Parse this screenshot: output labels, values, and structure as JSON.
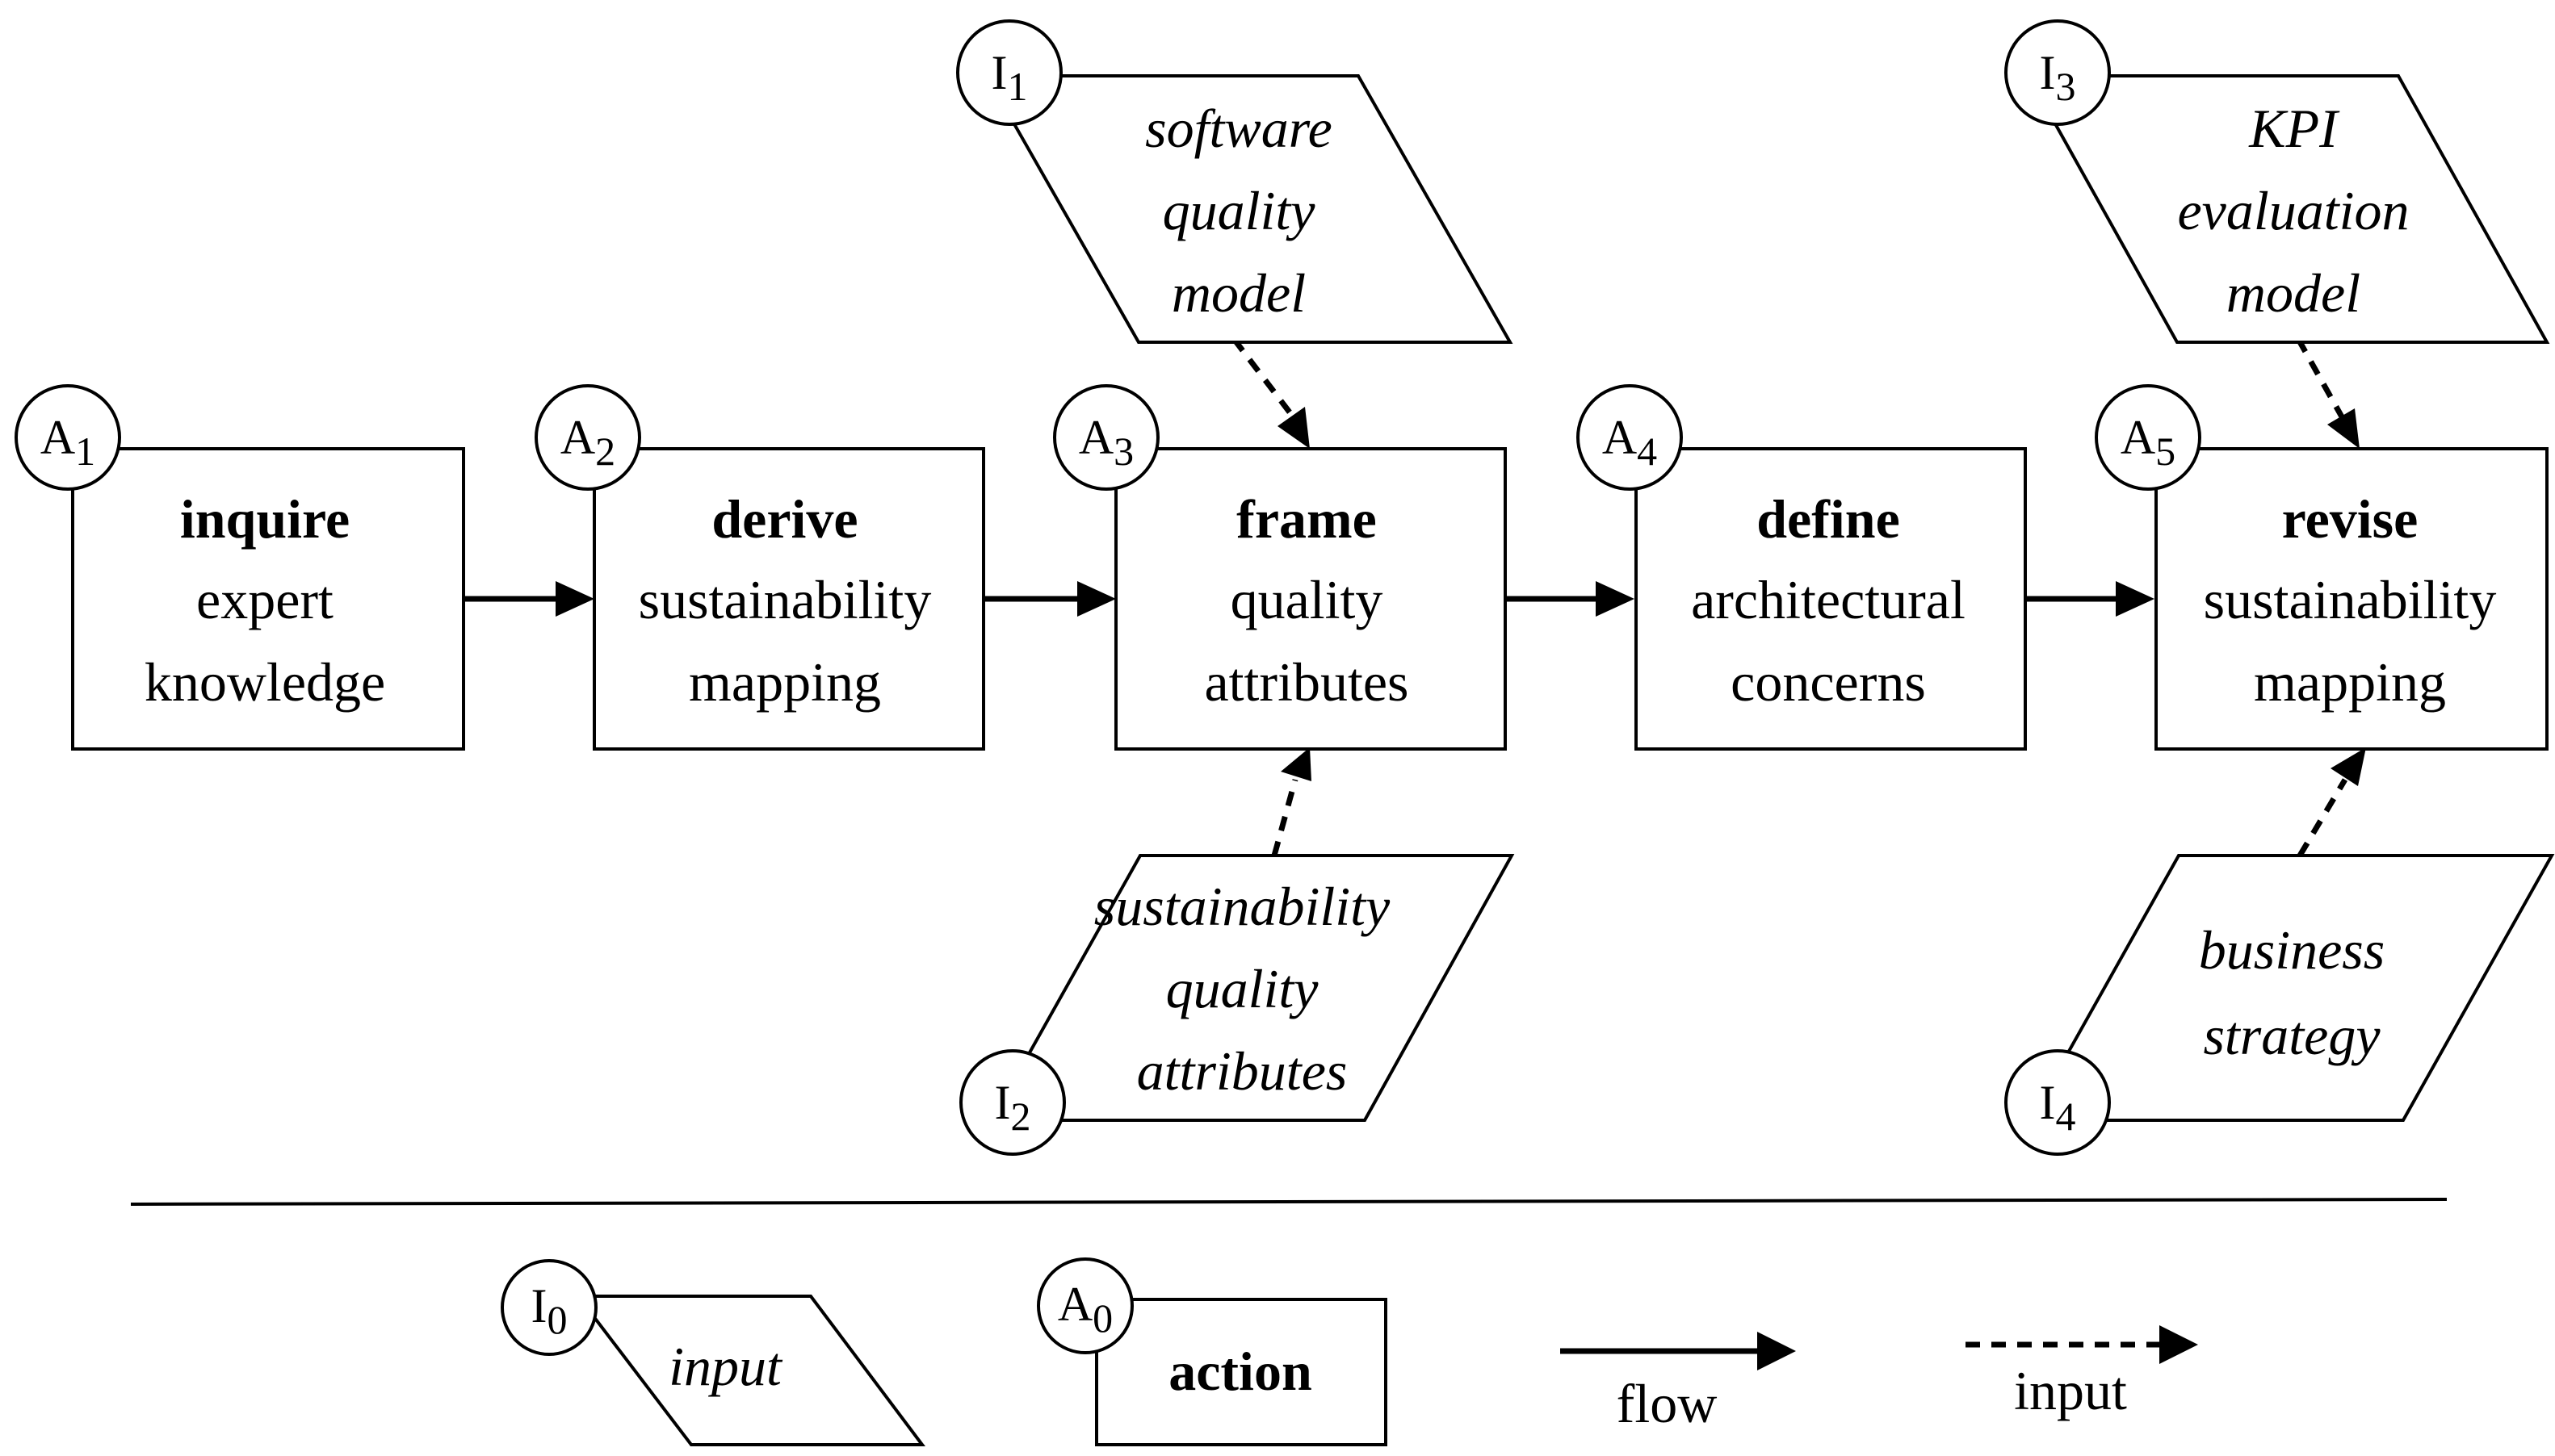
{
  "actions": [
    {
      "id": "A1",
      "letter": "A",
      "sub": "1",
      "verb": "inquire",
      "line2": "expert",
      "line3": "knowledge"
    },
    {
      "id": "A2",
      "letter": "A",
      "sub": "2",
      "verb": "derive",
      "line2": "sustainability",
      "line3": "mapping"
    },
    {
      "id": "A3",
      "letter": "A",
      "sub": "3",
      "verb": "frame",
      "line2": "quality",
      "line3": "attributes"
    },
    {
      "id": "A4",
      "letter": "A",
      "sub": "4",
      "verb": "define",
      "line2": "architectural",
      "line3": "concerns"
    },
    {
      "id": "A5",
      "letter": "A",
      "sub": "5",
      "verb": "revise",
      "line2": "sustainability",
      "line3": "mapping"
    }
  ],
  "inputs": [
    {
      "id": "I1",
      "letter": "I",
      "sub": "1",
      "lines": [
        "software",
        "quality",
        "model"
      ],
      "target": "A3"
    },
    {
      "id": "I2",
      "letter": "I",
      "sub": "2",
      "lines": [
        "sustainability",
        "quality",
        "attributes"
      ],
      "target": "A3"
    },
    {
      "id": "I3",
      "letter": "I",
      "sub": "3",
      "lines": [
        "KPI",
        "evaluation",
        "model"
      ],
      "target": "A5"
    },
    {
      "id": "I4",
      "letter": "I",
      "sub": "4",
      "lines": [
        "business",
        "strategy"
      ],
      "target": "A5"
    }
  ],
  "legend": {
    "input_shape": {
      "letter": "I",
      "sub": "0",
      "label": "input"
    },
    "action_shape": {
      "letter": "A",
      "sub": "0",
      "label": "action"
    },
    "flow_arrow_label": "flow",
    "input_arrow_label": "input"
  }
}
